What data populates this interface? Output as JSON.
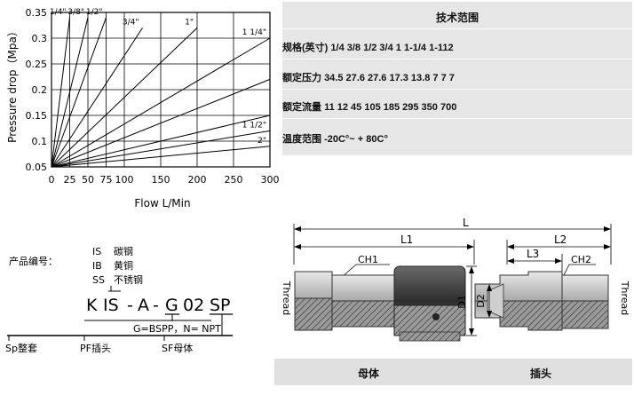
{
  "chart_data": {
    "type": "line",
    "title": "",
    "xlabel": "Flow L/Min",
    "ylabel": "Pressure drop（Mpa）",
    "xlim": [
      0,
      300
    ],
    "ylim": [
      0.05,
      0.35
    ],
    "xticks": [
      "0",
      "25",
      "50",
      "75",
      "100",
      "150",
      "200",
      "250",
      "300"
    ],
    "yticks": [
      "0.05",
      "0.1",
      "0.15",
      "0.2",
      "0.25",
      "0.3",
      "0.35"
    ],
    "grid": true,
    "series": [
      {
        "name": "1/4\"",
        "x": [
          0,
          25
        ],
        "y": [
          0.05,
          0.34
        ]
      },
      {
        "name": "3/8\"",
        "x": [
          0,
          50
        ],
        "y": [
          0.05,
          0.34
        ]
      },
      {
        "name": "1/2\"",
        "x": [
          0,
          75
        ],
        "y": [
          0.05,
          0.34
        ]
      },
      {
        "name": "3/4\"",
        "x": [
          0,
          125
        ],
        "y": [
          0.05,
          0.32
        ]
      },
      {
        "name": "1\"",
        "x": [
          0,
          200
        ],
        "y": [
          0.05,
          0.32
        ]
      },
      {
        "name": "1 1/4\"",
        "x": [
          0,
          300
        ],
        "y": [
          0.05,
          0.3
        ]
      },
      {
        "name": "",
        "x": [
          0,
          300
        ],
        "y": [
          0.05,
          0.22
        ]
      },
      {
        "name": "",
        "x": [
          0,
          300
        ],
        "y": [
          0.05,
          0.15
        ]
      },
      {
        "name": "1 1/2\"",
        "x": [
          0,
          300
        ],
        "y": [
          0.05,
          0.12
        ]
      },
      {
        "name": "2\"",
        "x": [
          0,
          300
        ],
        "y": [
          0.05,
          0.09
        ]
      }
    ]
  },
  "spec_table": {
    "header": "技术范围",
    "rows": [
      {
        "label": "规格(英寸)",
        "value": "1/4 3/8 1/2 3/4 1 1-1/4 1-112"
      },
      {
        "label": "额定压力",
        "value": "34.5 27.6 27.6 17.3 13.8 7 7 7"
      },
      {
        "label": "额定流量",
        "value": "11 12 45 105 185 295 350 700"
      },
      {
        "label": "温度范围",
        "value": "-20C°~ + 80C°"
      }
    ]
  },
  "product_code": {
    "title": "产品编号：",
    "materials": [
      {
        "code": "IS",
        "name": "碳钢"
      },
      {
        "code": "IB",
        "name": "黄铜"
      },
      {
        "code": "SS",
        "name": "不锈钢"
      }
    ],
    "parts": [
      "K",
      "IS",
      "-",
      "A",
      "-",
      "G",
      "02",
      "SP"
    ],
    "thread_note": "G=BSPP，N= NPT",
    "types": [
      "Sp整套",
      "PF插头",
      "SF母体"
    ]
  },
  "drawing": {
    "dims": [
      "L",
      "L1",
      "L2",
      "L3",
      "CH1",
      "CH2",
      "D1",
      "D2"
    ],
    "thread_label": "Thread",
    "captions": [
      "母体",
      "插头"
    ]
  },
  "colors": {
    "table_bg": "#e6e6e6",
    "caption_bg": "#e0e0e0",
    "body_metal": "#bdbdbd",
    "grip": "#4a4a4a"
  }
}
